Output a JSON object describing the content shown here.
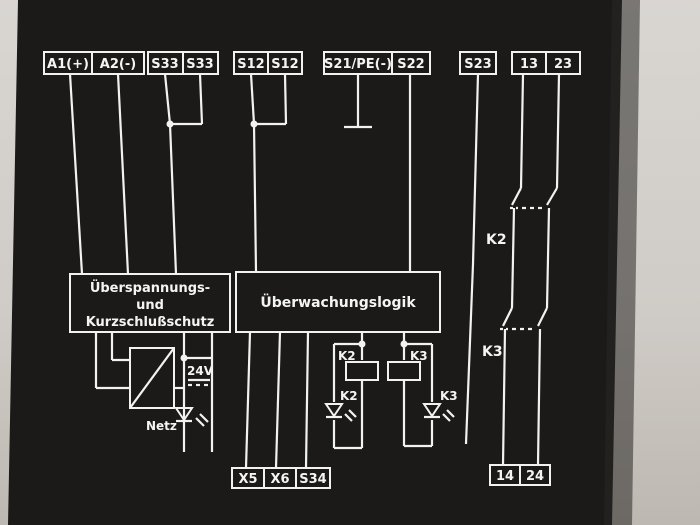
{
  "panel": {
    "color": "#1b1a19",
    "wire_color": "#f2f2f2"
  },
  "top_terminals": [
    "A1(+)",
    "A2(-)",
    "S33",
    "S33",
    "S12",
    "S12",
    "S21/PE(-)",
    "S22",
    "S23",
    "13",
    "23"
  ],
  "bottom_terminals": [
    "X5",
    "X6",
    "S34",
    "14",
    "24"
  ],
  "blocks": {
    "protection_line1": "Überspannungs-",
    "protection_line2": "und",
    "protection_line3": "Kurzschlußschutz",
    "logic": "Überwachungslogik"
  },
  "labels": {
    "voltage": "24V",
    "power_led": "Netz",
    "relay_k2": "K2",
    "relay_k3": "K3",
    "led_k2": "K2",
    "led_k3": "K3",
    "contact_k2": "K2",
    "contact_k3": "K3"
  }
}
